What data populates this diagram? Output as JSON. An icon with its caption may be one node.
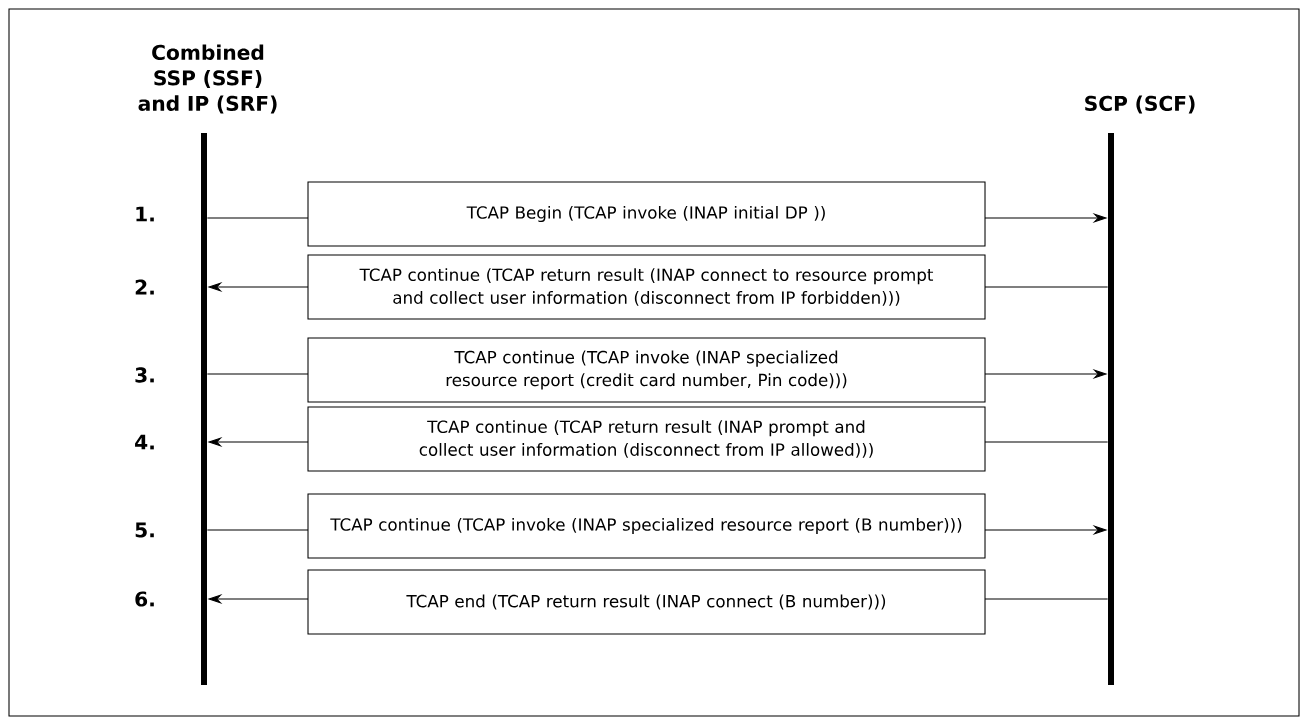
{
  "diagram": {
    "nodes": [
      {
        "text": [
          "Combined SSP (SSF) and IP (SRF)"
        ]
      },
      {
        "text": [
          "SCP (SCF)"
        ]
      }
    ],
    "edges": [
      {
        "from": 0,
        "to": 1,
        "arrow": "to",
        "label": "TCAP Begin (TCAP invoke (INAP initial DP ))"
      },
      {
        "from": 1,
        "to": 0,
        "arrow": "to",
        "label": "TCAP continue (TCAP return result (INAP connect to resource prompt and collect user information (disconnect from IP forbidden)))"
      },
      {
        "from": 0,
        "to": 1,
        "arrow": "to",
        "label": "TCAP continue (TCAP invoke (INAP specialized resource report (credit card number, Pin code)))"
      },
      {
        "from": 1,
        "to": 0,
        "arrow": "to",
        "label": "TCAP continue (TCAP return result (INAP prompt and collect user information (disconnect from IP allowed)))"
      },
      {
        "from": 0,
        "to": 1,
        "arrow": "to",
        "label": "TCAP continue (TCAP invoke (INAP specialized resource report (B number)))"
      },
      {
        "from": 1,
        "to": 0,
        "arrow": "to",
        "label": "TCAP end (TCAP return result (INAP connect (B number)))"
      }
    ],
    "labels": [
      "1.",
      "2.",
      "3.",
      "4.",
      "5.",
      "6."
    ]
  }
}
